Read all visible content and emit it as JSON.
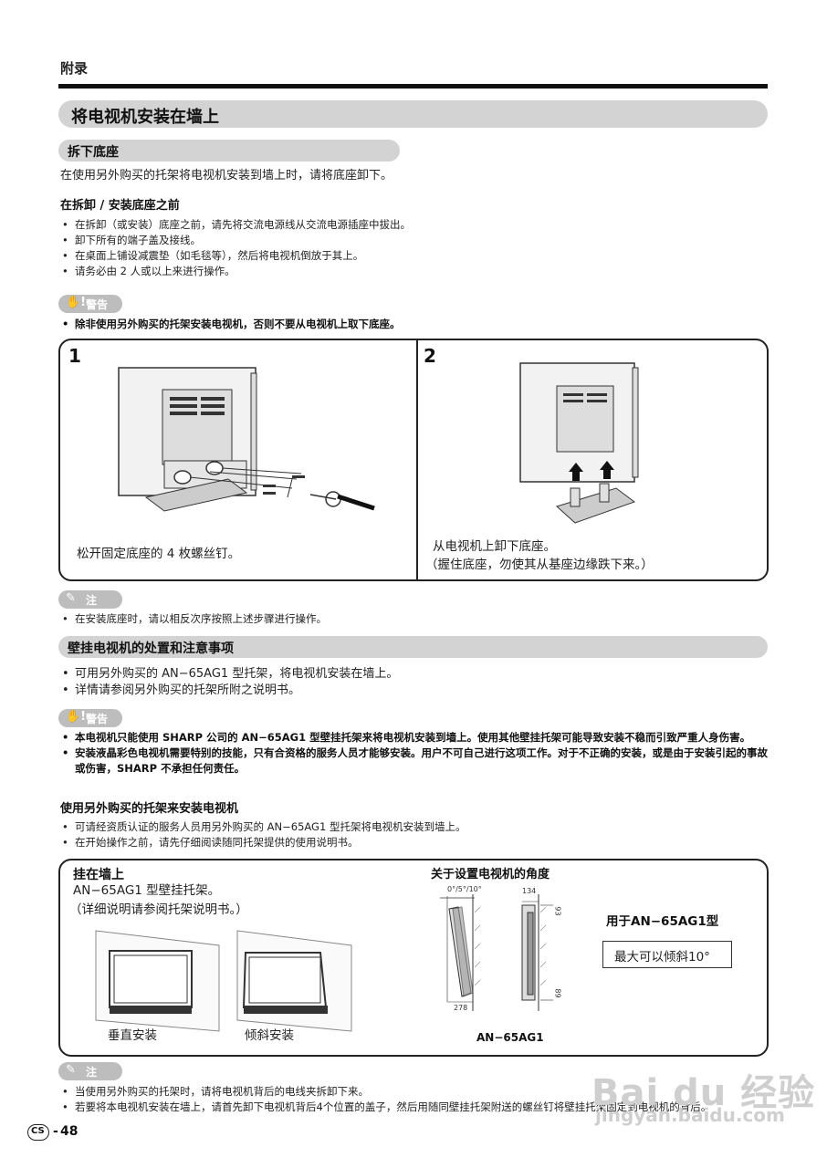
{
  "header": {
    "section": "附录"
  },
  "main_title": "将电视机安装在墙上",
  "remove_stand": {
    "heading": "拆下底座",
    "intro": "在使用另外购买的托架将电视机安装到墙上时，请将底座卸下。",
    "before_heading": "在拆卸 / 安装底座之前",
    "bullets": [
      "在拆卸（或安装）底座之前，请先将交流电源线从交流电源插座中拔出。",
      "卸下所有的端子盖及接线。",
      "在桌面上铺设减震垫（如毛毯等），然后将电视机倒放于其上。",
      "请务必由 2 人或以上来进行操作。"
    ],
    "warning_label": "警告",
    "warning_text": "除非使用另外购买的托架安装电视机，否则不要从电视机上取下底座。",
    "steps": [
      {
        "num": "1",
        "caption": "松开固定底座的 4 枚螺丝钉。"
      },
      {
        "num": "2",
        "caption_1": "从电视机上卸下底座。",
        "caption_2": "（握住底座，勿使其从基座边缘跌下来。）"
      }
    ],
    "note_label": "注",
    "note_text": "在安装底座时，请以相反次序按照上述步骤进行操作。"
  },
  "wall_mount": {
    "heading": "壁挂电视机的处置和注意事项",
    "bullets": [
      "可用另外购买的 AN−65AG1 型托架，将电视机安装在墙上。",
      "详情请参阅另外购买的托架所附之说明书。"
    ],
    "warning_label": "警告",
    "warnings": [
      "本电视机只能使用 SHARP 公司的 AN−65AG1 型壁挂托架来将电视机安装到墙上。使用其他壁挂托架可能导致安装不稳而引致严重人身伤害。",
      "安装液晶彩色电视机需要特别的技能，只有合资格的服务人员才能够安装。用户不可自己进行这项工作。对于不正确的安装，或是由于安装引起的事故或伤害，SHARP 不承担任何责任。"
    ],
    "bracket_heading": "使用另外购买的托架来安装电视机",
    "bracket_bullets": [
      "可请经资质认证的服务人员用另外购买的 AN−65AG1 型托架将电视机安装到墙上。",
      "在开始操作之前，请先仔细阅读随同托架提供的使用说明书。"
    ],
    "box": {
      "hang_title": "挂在墙上",
      "hang_line1": "AN−65AG1 型壁挂托架。",
      "hang_line2": "（详细说明请参阅托架说明书。）",
      "vertical_label": "垂直安装",
      "tilt_label": "倾斜安装",
      "angle_title": "关于设置电视机的角度",
      "angle_values": "0°/5°/10°",
      "dim_134": "134",
      "dim_278": "278",
      "dim_93": "93",
      "dim_89": "89",
      "model_label": "AN−65AG1",
      "for_model": "用于AN−65AG1型",
      "max_tilt": "最大可以倾斜10°"
    },
    "note_label": "注",
    "notes": [
      "当使用另外购买的托架时，请将电视机背后的电线夹拆卸下来。",
      "若要将本电视机安装在墙上，请首先卸下电视机背后4个位置的盖子，然后用随同壁挂托架附送的螺丝钉将壁挂托架固定到电视机的背后。"
    ]
  },
  "footer": {
    "lang": "CS",
    "page": "48"
  },
  "watermark": {
    "brand": "Bai du 经验",
    "url": "jingyan.baidu.com"
  }
}
